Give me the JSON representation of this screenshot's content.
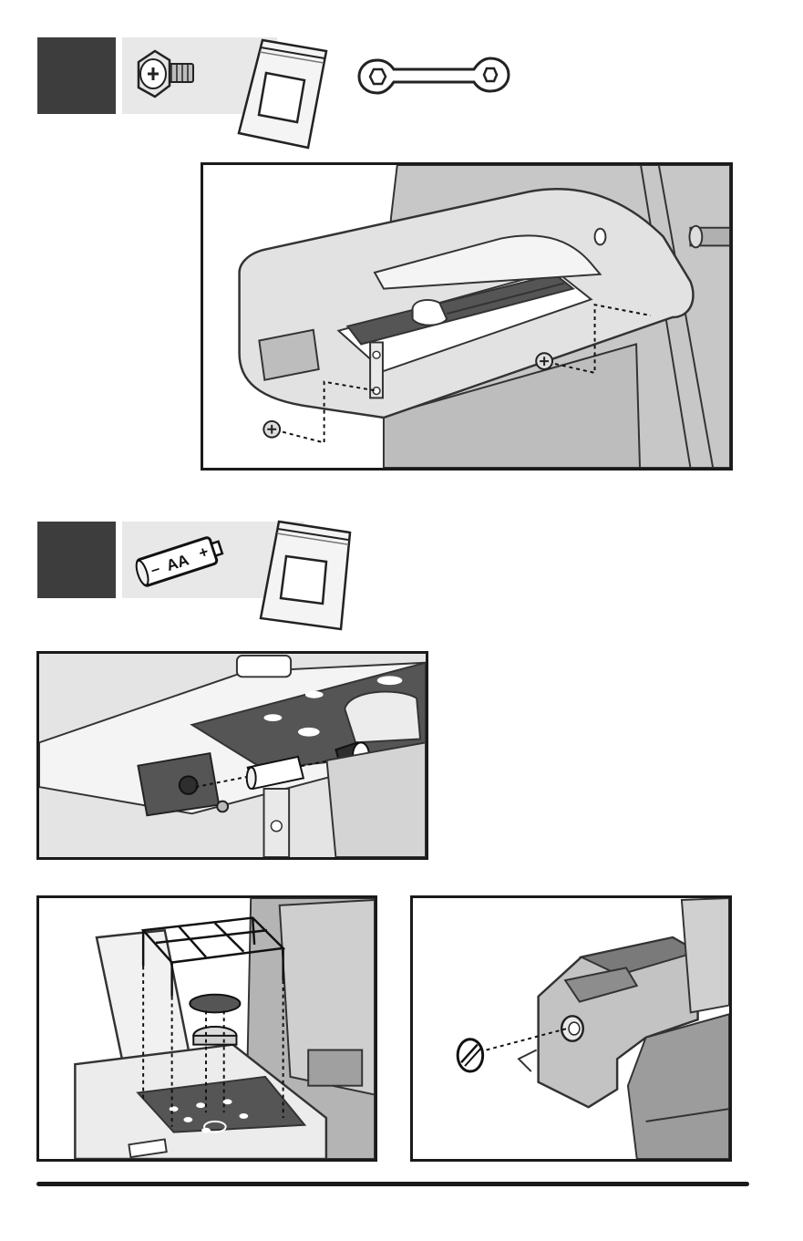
{
  "steps": [
    {
      "id": "step-1",
      "parts": [
        "hex-screw-icon",
        "hardware-bag-icon",
        "wrench-icon"
      ]
    },
    {
      "id": "step-2",
      "parts": [
        "aa-battery-icon",
        "hardware-bag-icon"
      ]
    }
  ],
  "battery": {
    "label": "AA",
    "minus": "–",
    "plus": "+"
  },
  "colors": {
    "step_box": "#3d3d3d",
    "parts_strip": "#e8e8e8",
    "frame_border": "#1a1a1a",
    "grill_gray": "#c9c9c9",
    "grill_dark": "#555555"
  }
}
